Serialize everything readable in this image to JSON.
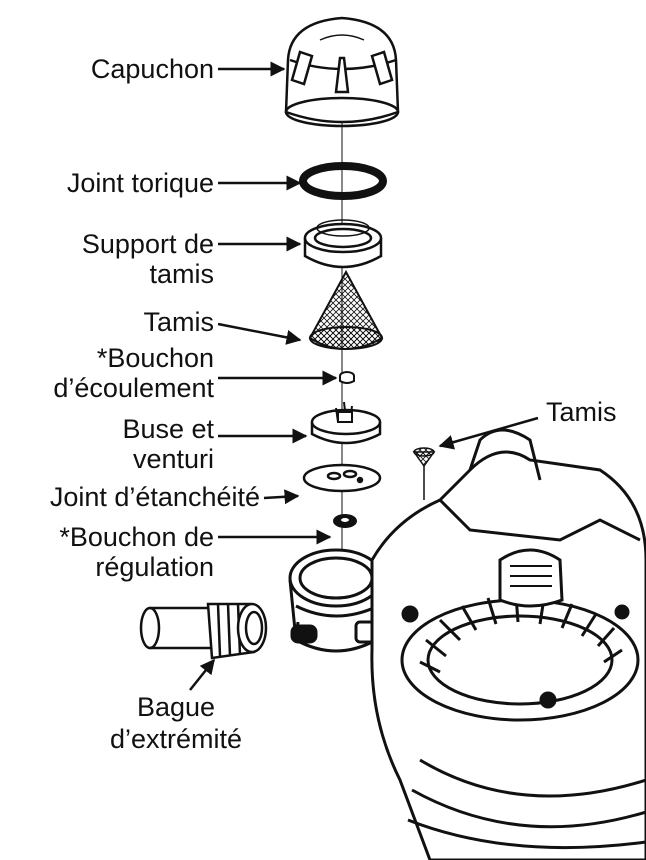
{
  "labels": {
    "capuchon": "Capuchon",
    "joint_torique": "Joint torique",
    "support_de_tamis_1": "Support de",
    "support_de_tamis_2": "tamis",
    "tamis_left": "Tamis",
    "bouchon_ecoulement_1": "*Bouchon",
    "bouchon_ecoulement_2": "d’écoulement",
    "buse_venturi_1": "Buse et",
    "buse_venturi_2": "venturi",
    "joint_etancheite": "Joint d’étanchéité",
    "bouchon_regulation_1": "*Bouchon de",
    "bouchon_regulation_2": "régulation",
    "bague_1": "Bague",
    "bague_2": "d’extrémité",
    "tamis_right": "Tamis"
  },
  "colors": {
    "ink": "#111111",
    "paper": "#ffffff"
  }
}
